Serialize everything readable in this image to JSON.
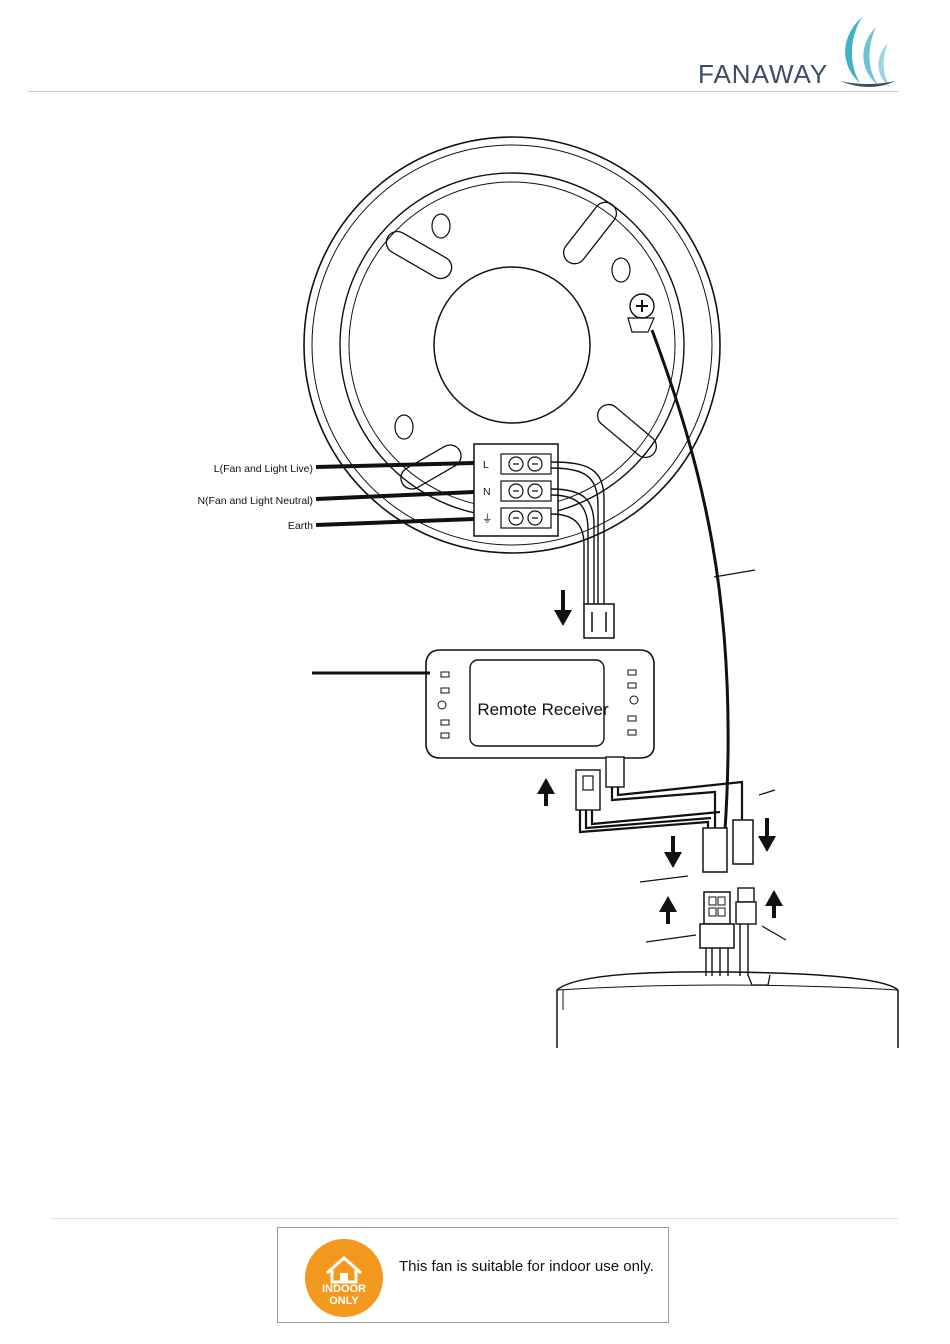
{
  "header": {
    "brand": "FANAWAY"
  },
  "wires": {
    "live": "L(Fan and Light Live)",
    "neutral": "N(Fan and Light Neutral)",
    "earth": "Earth"
  },
  "terminal": {
    "l": "L",
    "n": "N",
    "e": "⏚"
  },
  "receiver": {
    "label": "Remote Receiver"
  },
  "notice": {
    "badge_label": "INDOOR\nONLY",
    "text": "This fan is suitable for indoor use only.",
    "badge_color": "#f39a1e"
  }
}
